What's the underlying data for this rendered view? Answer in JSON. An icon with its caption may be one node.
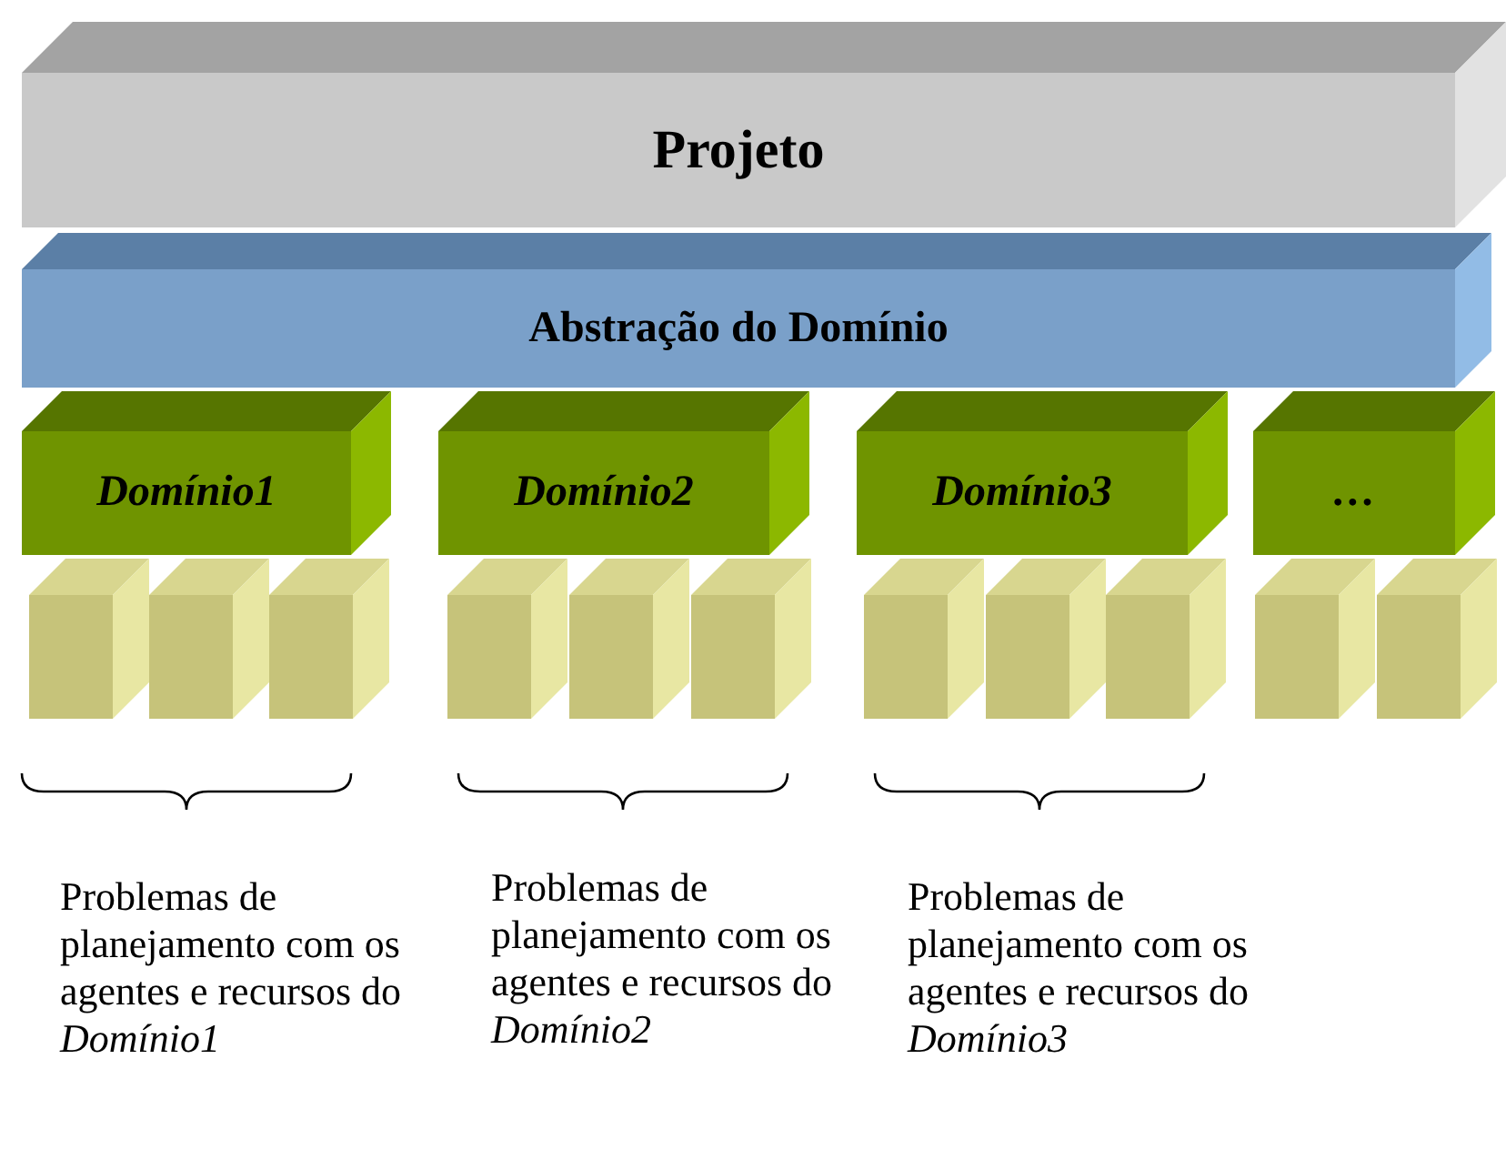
{
  "diagram": {
    "nodes": [
      {
        "text": [
          "Projeto"
        ]
      },
      {
        "text": [
          "Abstração do Domínio"
        ]
      },
      {
        "text": [
          "Domínio1"
        ]
      },
      {
        "text": [
          "Domínio2"
        ]
      },
      {
        "text": [
          "Domínio3"
        ]
      },
      {
        "text": [
          "…"
        ]
      },
      {
        "text": [],
        "shape": "box"
      },
      {
        "text": [],
        "shape": "box"
      },
      {
        "text": [],
        "shape": "box"
      },
      {
        "text": [],
        "shape": "box"
      },
      {
        "text": [],
        "shape": "box"
      },
      {
        "text": [],
        "shape": "box"
      },
      {
        "text": [],
        "shape": "box"
      },
      {
        "text": [],
        "shape": "box"
      },
      {
        "text": [],
        "shape": "box"
      },
      {
        "text": [],
        "shape": "box"
      },
      {
        "text": [],
        "shape": "box"
      }
    ],
    "labels": [
      "Problemas de planejamento com os agentes e recursos do *Domínio1*",
      "Problemas de planejamento com os agentes e recursos do *Domínio2*",
      "Problemas de planejamento com os agentes e recursos do *Domínio3*"
    ]
  }
}
